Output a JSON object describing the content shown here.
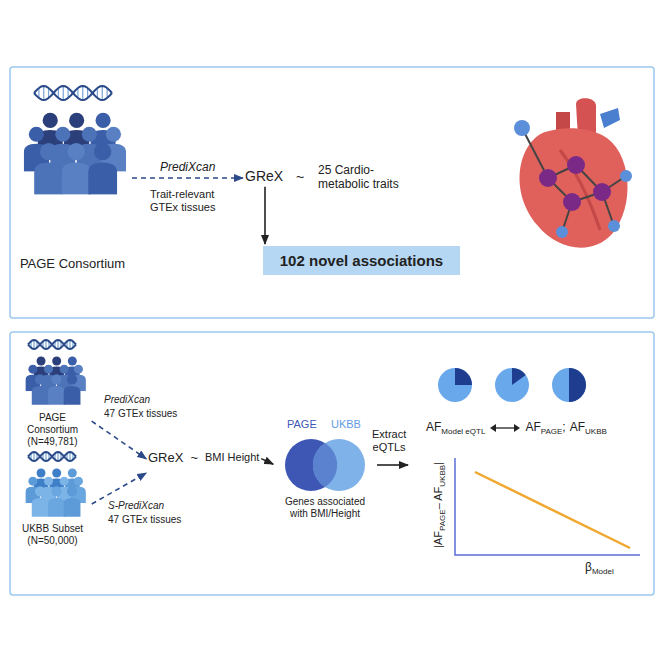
{
  "diagram": {
    "nodes": [
      {
        "text": [
          "PAGE Consortium"
        ]
      },
      {
        "text": [
          "GReX"
        ]
      },
      {
        "text": [
          "102 novel associations"
        ]
      },
      {
        "text": [
          "PAGE Consortium (N=49,781)"
        ]
      },
      {
        "text": [
          "UKBB Subset (N=50,000)"
        ]
      },
      {
        "text": [
          "GReX",
          "~",
          "BMI Height"
        ]
      },
      {
        "text": [
          "PAGE",
          "UKBB",
          "Genes associated with BMI/Height"
        ]
      },
      {
        "text": [
          "AF",
          "Model eQTL",
          "AF",
          "PAGE",
          ";",
          "AF",
          "UKBB"
        ]
      }
    ],
    "edges": [
      {
        "from": 0,
        "to": 1,
        "arrow": "to",
        "label": "PrediXcan"
      },
      {
        "from": 1,
        "to": 2,
        "arrow": "to"
      },
      {
        "from": 3,
        "to": 5,
        "arrow": "to",
        "label": "PrediXcan"
      },
      {
        "from": 4,
        "to": 5,
        "arrow": "to",
        "label": "S-PrediXcan"
      },
      {
        "from": 5,
        "to": 6,
        "arrow": "to"
      },
      {
        "from": 6,
        "to": 7,
        "arrow": "to",
        "label": "Extract eQTLs"
      }
    ],
    "labels": [
      "Trait-relevant GTEx tissues",
      "~",
      "25 Cardio-metabolic traits",
      "47 GTEx tissues",
      "47 GTEx tissues",
      "|AF",
      "PAGE",
      "– AF",
      "UKBB",
      "|",
      "β",
      "Model"
    ]
  }
}
